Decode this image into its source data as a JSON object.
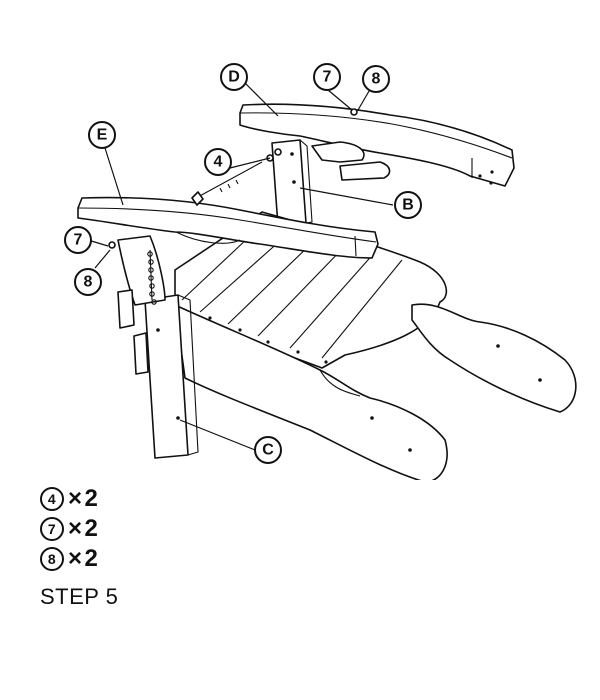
{
  "callouts": {
    "D": "D",
    "E": "E",
    "B": "B",
    "C": "C",
    "four": "4",
    "seven_top": "7",
    "eight_top": "8",
    "seven_left": "7",
    "eight_left": "8"
  },
  "hardware": [
    {
      "number": "4",
      "mult": "×",
      "qty": "2"
    },
    {
      "number": "7",
      "mult": "×",
      "qty": "2"
    },
    {
      "number": "8",
      "mult": "×",
      "qty": "2"
    }
  ],
  "step_label": "STEP 5",
  "icons": {
    "bolt": "bolt-icon",
    "washer": "washer-icon",
    "chain": "chain-icon"
  }
}
